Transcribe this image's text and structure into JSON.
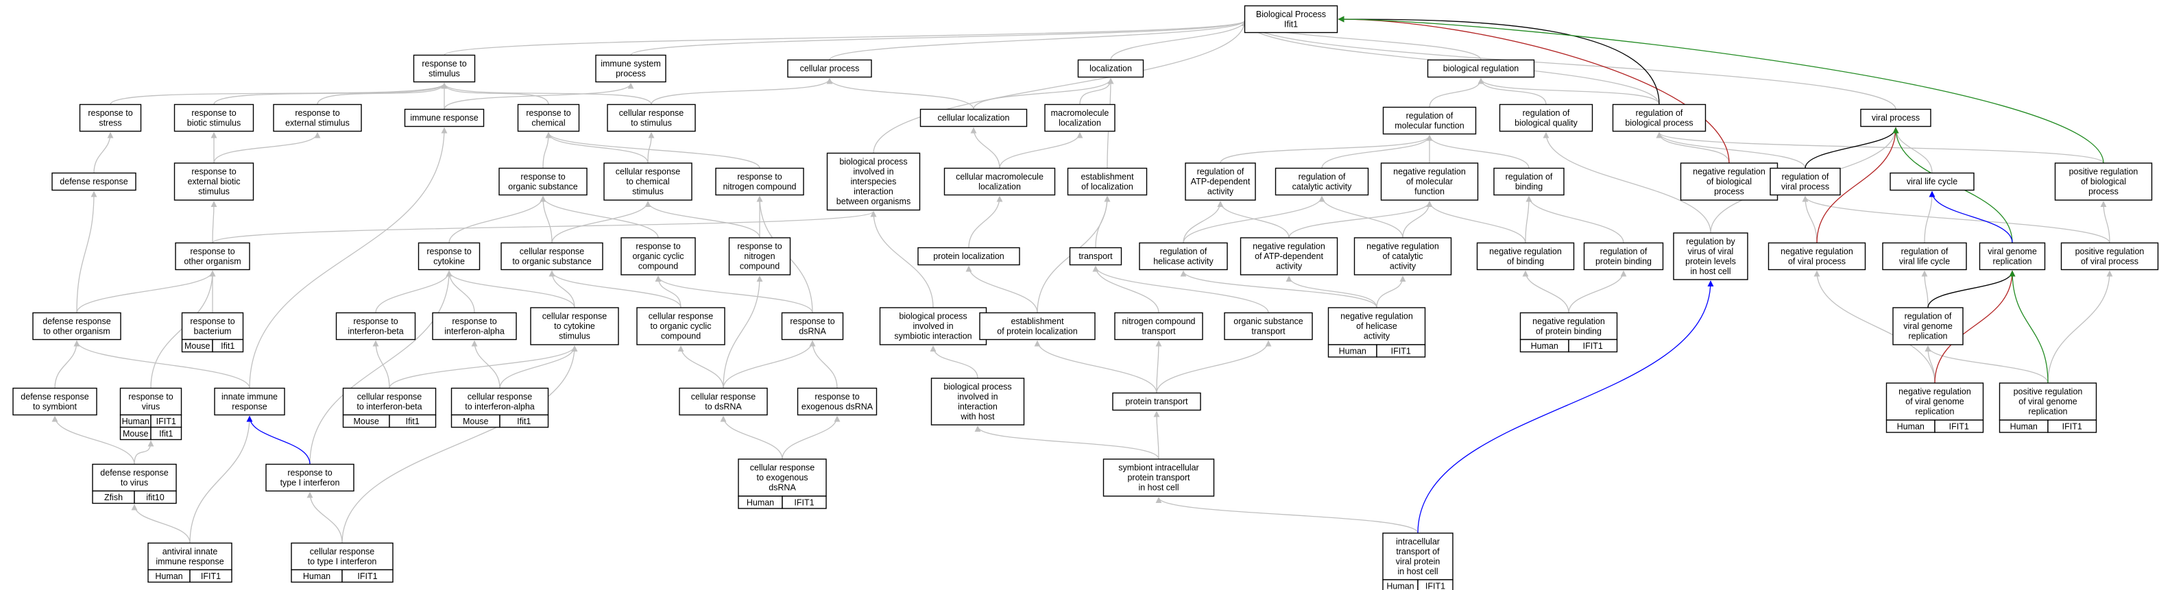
{
  "colors": {
    "edge_default": "#c0c0c0",
    "edge_black": "#000000",
    "edge_red": "#b22222",
    "edge_green": "#228b22",
    "edge_blue": "#0000ff",
    "species_human": "#f25c3c",
    "species_mouse": "#a8dce8",
    "species_zfish": "#5b8ff0"
  },
  "nodes": [
    {
      "id": "bp",
      "label": "Biological Process\nIfit1"
    },
    {
      "id": "rts",
      "label": "response to\nstimulus"
    },
    {
      "id": "isp",
      "label": "immune system\nprocess"
    },
    {
      "id": "cp",
      "label": "cellular process"
    },
    {
      "id": "loc",
      "label": "localization"
    },
    {
      "id": "breg",
      "label": "biological regulation"
    },
    {
      "id": "rstress",
      "label": "response to\nstress"
    },
    {
      "id": "rbiotic",
      "label": "response to\nbiotic stimulus"
    },
    {
      "id": "rext",
      "label": "response to\nexternal stimulus"
    },
    {
      "id": "ir",
      "label": "immune response"
    },
    {
      "id": "rchem",
      "label": "response to\nchemical"
    },
    {
      "id": "crts",
      "label": "cellular response\nto stimulus"
    },
    {
      "id": "cloc",
      "label": "cellular localization"
    },
    {
      "id": "mloc",
      "label": "macromolecule\nlocalization"
    },
    {
      "id": "rmf",
      "label": "regulation of\nmolecular function"
    },
    {
      "id": "rbq",
      "label": "regulation of\nbiological quality"
    },
    {
      "id": "rbp",
      "label": "regulation of\nbiological process"
    },
    {
      "id": "vp",
      "label": "viral process"
    },
    {
      "id": "dr",
      "label": "defense response"
    },
    {
      "id": "rebs",
      "label": "response to\nexternal biotic\nstimulus"
    },
    {
      "id": "ros",
      "label": "response to\norganic substance"
    },
    {
      "id": "crc",
      "label": "cellular response\nto chemical\nstimulus"
    },
    {
      "id": "rnc",
      "label": "response to\nnitrogen compound"
    },
    {
      "id": "bpii",
      "label": "biological process\ninvolved in\ninterspecies\ninteraction\nbetween organisms"
    },
    {
      "id": "cml",
      "label": "cellular macromolecule\nlocalization"
    },
    {
      "id": "eloc",
      "label": "establishment\nof localization"
    },
    {
      "id": "ratp",
      "label": "regulation of\nATP-dependent\nactivity"
    },
    {
      "id": "rca",
      "label": "regulation of\ncatalytic activity"
    },
    {
      "id": "nrmf",
      "label": "negative regulation\nof molecular\nfunction"
    },
    {
      "id": "rbind",
      "label": "regulation of\nbinding"
    },
    {
      "id": "nrbp",
      "label": "negative regulation\nof biological\nprocess"
    },
    {
      "id": "rvp",
      "label": "regulation of\nviral process"
    },
    {
      "id": "vlc",
      "label": "viral life cycle"
    },
    {
      "id": "prbp",
      "label": "positive regulation\nof biological\nprocess"
    },
    {
      "id": "roo",
      "label": "response to\nother organism"
    },
    {
      "id": "rcyt",
      "label": "response to\ncytokine"
    },
    {
      "id": "croc",
      "label": "cellular response\nto organic substance"
    },
    {
      "id": "roc",
      "label": "response to\norganic cyclic\ncompound"
    },
    {
      "id": "rncmp",
      "label": "response to\nnitrogen\ncompound"
    },
    {
      "id": "ploc",
      "label": "protein localization"
    },
    {
      "id": "trans",
      "label": "transport"
    },
    {
      "id": "rha",
      "label": "regulation of\nhelicase activity"
    },
    {
      "id": "nratp",
      "label": "negative regulation\nof ATP-dependent\nactivity"
    },
    {
      "id": "nrca",
      "label": "negative regulation\nof catalytic\nactivity"
    },
    {
      "id": "nrbind",
      "label": "negative regulation\nof binding"
    },
    {
      "id": "rpb",
      "label": "regulation of\nprotein binding"
    },
    {
      "id": "rbvp",
      "label": "regulation by\nvirus of viral\nprotein levels\nin host cell"
    },
    {
      "id": "nrvp",
      "label": "negative regulation\nof viral process"
    },
    {
      "id": "rvlc",
      "label": "regulation of\nviral life cycle"
    },
    {
      "id": "vgr",
      "label": "viral genome\nreplication"
    },
    {
      "id": "prvp",
      "label": "positive regulation\nof viral process"
    },
    {
      "id": "dro",
      "label": "defense response\nto other organism"
    },
    {
      "id": "rbact",
      "label": "response to\nbacterium",
      "badge": [
        "Mouse",
        "Ifit1"
      ],
      "species": "mouse"
    },
    {
      "id": "rib",
      "label": "response to\ninterferon-beta"
    },
    {
      "id": "ria",
      "label": "response to\ninterferon-alpha"
    },
    {
      "id": "crcs",
      "label": "cellular response\nto cytokine\nstimulus"
    },
    {
      "id": "croc2",
      "label": "cellular response\nto organic cyclic\ncompound"
    },
    {
      "id": "rds",
      "label": "response to\ndsRNA"
    },
    {
      "id": "bpsi",
      "label": "biological process\ninvolved in\nsymbiotic interaction"
    },
    {
      "id": "epl",
      "label": "establishment\nof protein localization"
    },
    {
      "id": "nct",
      "label": "nitrogen compound\ntransport"
    },
    {
      "id": "ost",
      "label": "organic substance\ntransport"
    },
    {
      "id": "nrha",
      "label": "negative regulation\nof helicase\nactivity",
      "badge": [
        "Human",
        "IFIT1"
      ],
      "species": "human"
    },
    {
      "id": "nrpb",
      "label": "negative regulation\nof protein binding",
      "badge": [
        "Human",
        "IFIT1"
      ],
      "species": "human"
    },
    {
      "id": "rrvgr",
      "label": "regulation of\nviral genome\nreplication"
    },
    {
      "id": "drs",
      "label": "defense response\nto symbiont"
    },
    {
      "id": "rvir",
      "label": "response to\nvirus",
      "badge": [
        "Human",
        "IFIT1"
      ],
      "badge2": [
        "Mouse",
        "Ifit1"
      ],
      "species": "human",
      "species2": "mouse"
    },
    {
      "id": "iir",
      "label": "innate immune\nresponse"
    },
    {
      "id": "crib",
      "label": "cellular response\nto interferon-beta",
      "badge": [
        "Mouse",
        "Ifit1"
      ],
      "species": "mouse"
    },
    {
      "id": "cria",
      "label": "cellular response\nto interferon-alpha",
      "badge": [
        "Mouse",
        "Ifit1"
      ],
      "species": "mouse"
    },
    {
      "id": "crds",
      "label": "cellular response\nto dsRNA"
    },
    {
      "id": "reds",
      "label": "response to\nexogenous dsRNA"
    },
    {
      "id": "bpwh",
      "label": "biological process\ninvolved in\ninteraction\nwith host"
    },
    {
      "id": "pt",
      "label": "protein transport"
    },
    {
      "id": "nrvgr",
      "label": "negative regulation\nof viral genome\nreplication",
      "badge": [
        "Human",
        "IFIT1"
      ],
      "species": "human"
    },
    {
      "id": "prvgr",
      "label": "positive regulation\nof viral genome\nreplication",
      "badge": [
        "Human",
        "IFIT1"
      ],
      "species": "human"
    },
    {
      "id": "drv",
      "label": "defense response\nto virus",
      "badge": [
        "Zfish",
        "ifit10"
      ],
      "species": "zfish"
    },
    {
      "id": "rt1i",
      "label": "response to\ntype I interferon"
    },
    {
      "id": "creds",
      "label": "cellular response\nto exogenous\ndsRNA",
      "badge": [
        "Human",
        "IFIT1"
      ],
      "species": "human"
    },
    {
      "id": "sipt",
      "label": "symbiont intracellular\nprotein transport\nin host cell"
    },
    {
      "id": "aiir",
      "label": "antiviral innate\nimmune response",
      "badge": [
        "Human",
        "IFIT1"
      ],
      "species": "human"
    },
    {
      "id": "crt1i",
      "label": "cellular response\nto type I interferon",
      "badge": [
        "Human",
        "IFIT1"
      ],
      "species": "human"
    },
    {
      "id": "itvp",
      "label": "intracellular\ntransport of\nviral protein\nin host cell",
      "badge": [
        "Human",
        "IFIT1"
      ],
      "species": "human"
    }
  ]
}
